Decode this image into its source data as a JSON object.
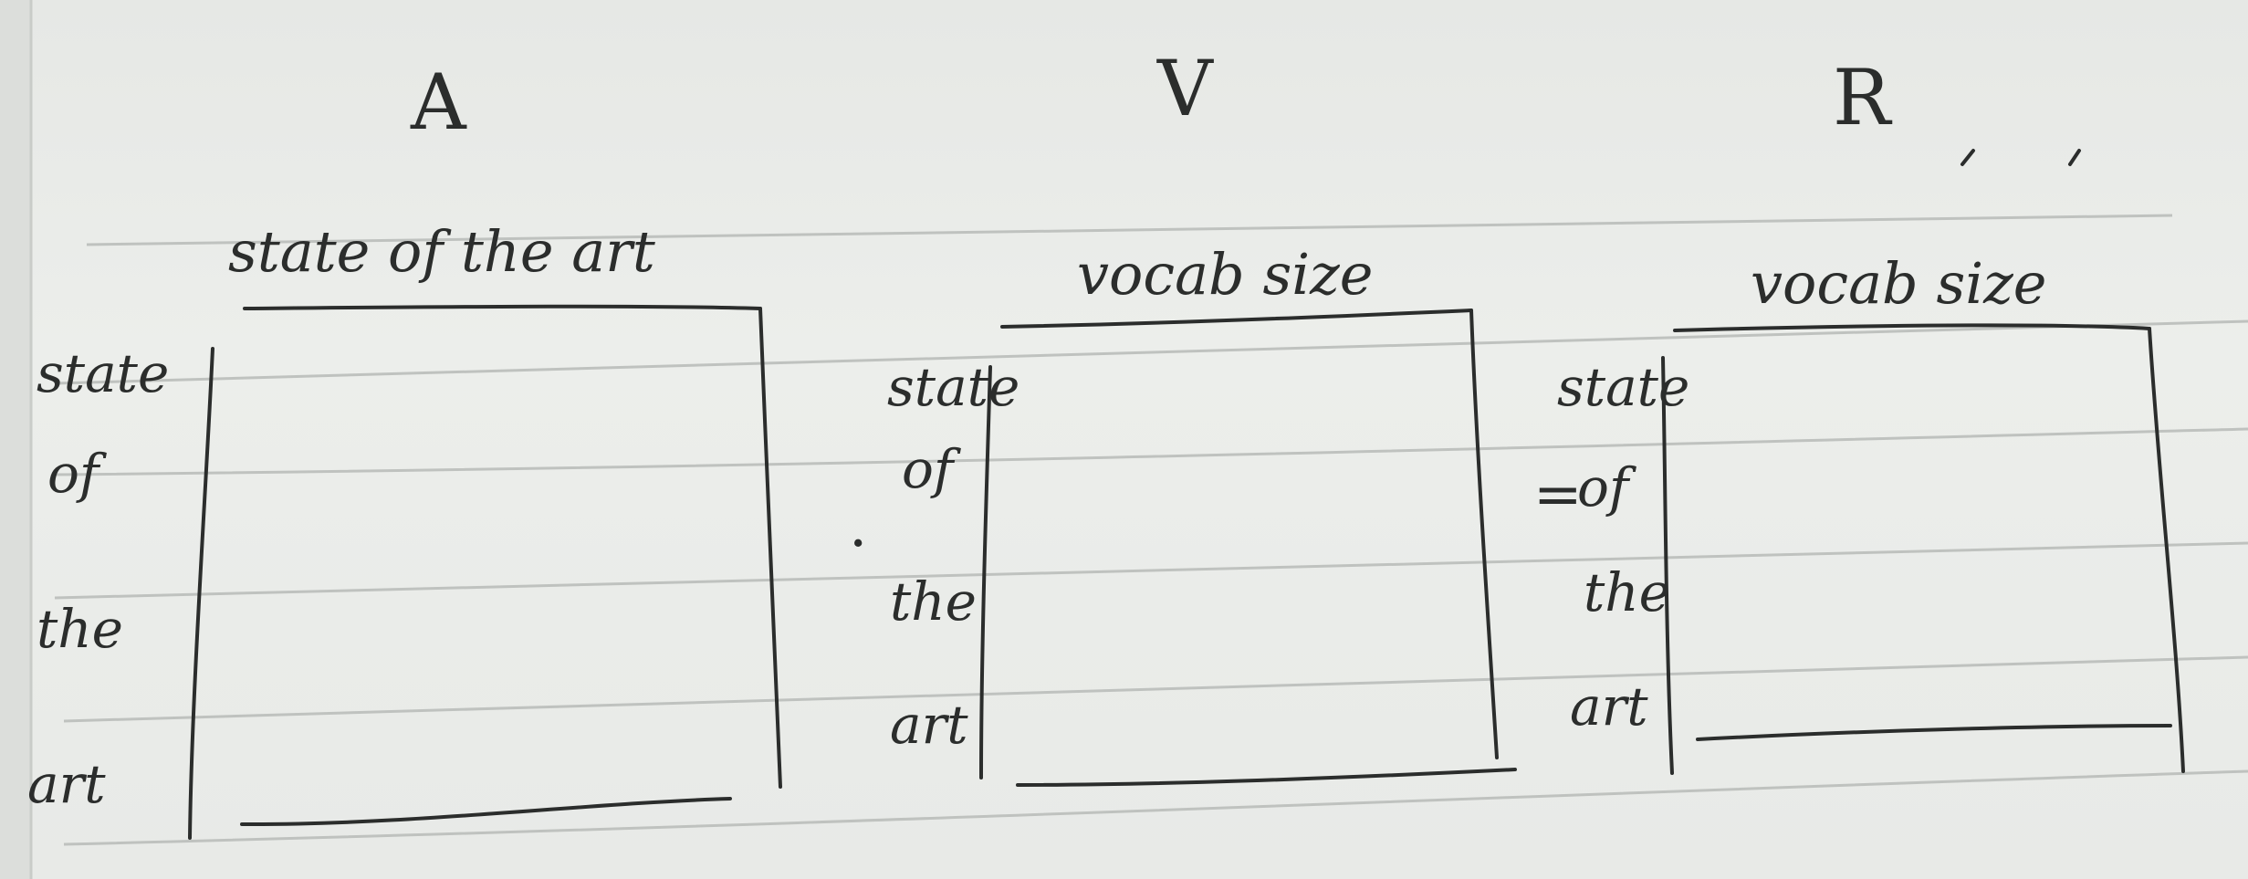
{
  "matrices": [
    {
      "letter": "A",
      "top_label": "state of the art",
      "side_labels": [
        "state",
        "of",
        "the",
        "art"
      ]
    },
    {
      "letter": "V",
      "top_label": "vocab size",
      "side_labels": [
        "state",
        "of",
        "the",
        "art"
      ]
    },
    {
      "letter": "R",
      "top_label": "vocab size",
      "side_labels": [
        "state",
        "of",
        "the",
        "art"
      ]
    }
  ],
  "operators": {
    "multiply": ".",
    "equals": "="
  },
  "colors": {
    "paper": "#e9ebe8",
    "ruled_line": "#b9bcb9",
    "ink": "#2b2d2c"
  }
}
